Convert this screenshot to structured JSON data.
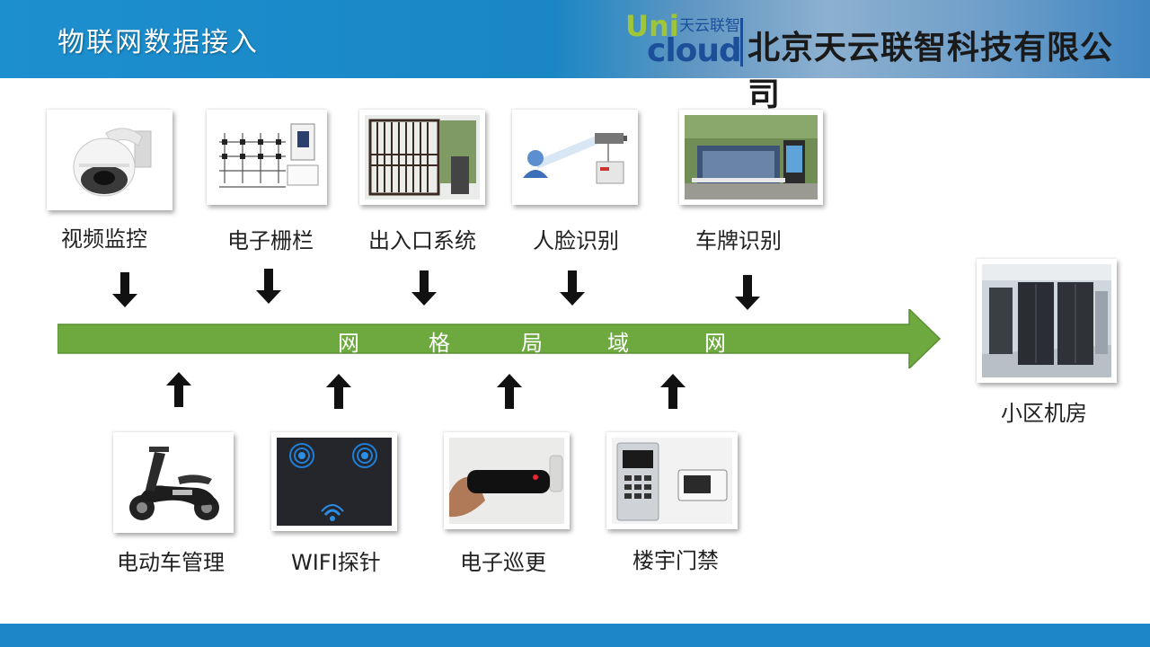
{
  "header": {
    "title": "物联网数据接入",
    "logo": {
      "uni": "Uni",
      "cloud": "cloud",
      "cn_small": "天云联智",
      "company": "北京天云联智科技有限公司"
    }
  },
  "top_devices": [
    {
      "label": "视频监控",
      "icon": "dome-camera-icon"
    },
    {
      "label": "电子栅栏",
      "icon": "fence-diagram-icon"
    },
    {
      "label": "出入口系统",
      "icon": "gate-icon"
    },
    {
      "label": "人脸识别",
      "icon": "face-recognition-icon"
    },
    {
      "label": "车牌识别",
      "icon": "license-plate-icon"
    }
  ],
  "bottom_devices": [
    {
      "label": "电动车管理",
      "icon": "scooter-icon"
    },
    {
      "label": "WIFI探针",
      "icon": "wifi-probe-icon"
    },
    {
      "label": "电子巡更",
      "icon": "patrol-wand-icon"
    },
    {
      "label": "楼宇门禁",
      "icon": "door-intercom-icon"
    }
  ],
  "network": {
    "chars": [
      "网",
      "格",
      "局",
      "域",
      "网"
    ],
    "color": "#6ea940"
  },
  "server_room": {
    "label": "小区机房",
    "icon": "server-room-icon"
  },
  "colors": {
    "header_blue": "#1c8fcf",
    "footer_blue": "#1b87c8",
    "band_green": "#6ea940"
  }
}
